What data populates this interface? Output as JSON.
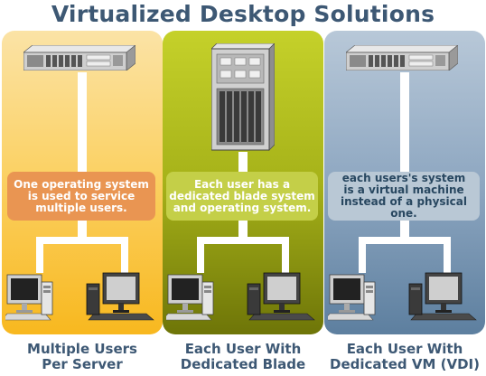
{
  "title": "Virtualized Desktop Solutions",
  "columns": [
    {
      "description": "One operating system\nis used to service\nmultiple users.",
      "caption": "Multiple Users\nPer Server"
    },
    {
      "description": "Each user has a\ndedicated blade system\nand operating system.",
      "caption": "Each User With\nDedicated Blade"
    },
    {
      "description": "each users's system\nis a virtual machine\ninstead of a physical one.",
      "caption": "Each User With\nDedicated VM (VDI)"
    }
  ],
  "colors": {
    "title": "#3d5874",
    "panel_1": "#fbd267",
    "panel_2": "#a6b219",
    "panel_3": "#8ea7c1",
    "connector": "#ffffff"
  },
  "icons": [
    "rack-server-icon",
    "blade-server-icon",
    "desktop-computer-icon"
  ]
}
